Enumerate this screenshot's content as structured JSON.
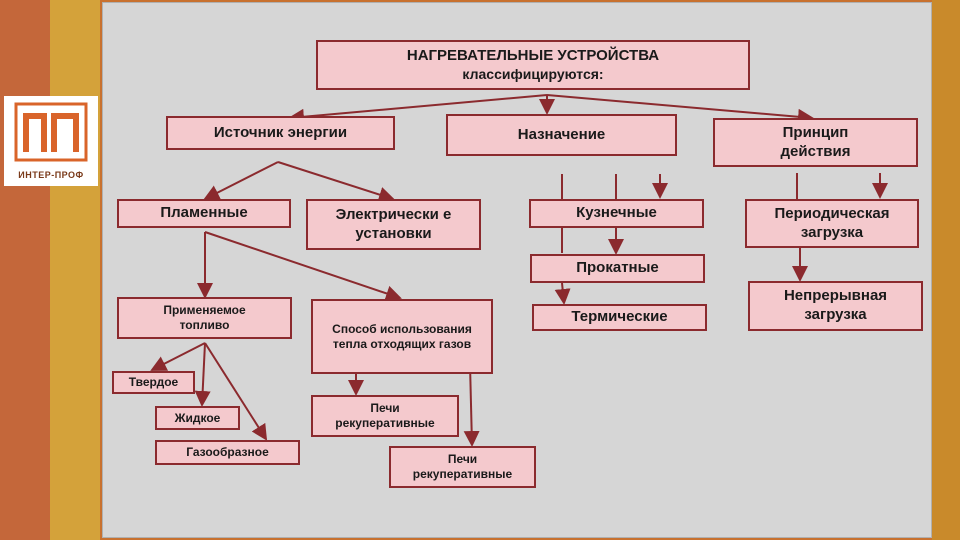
{
  "logo": {
    "text": "ИНТЕР-ПРОФ"
  },
  "colors": {
    "box_fill": "#f4c9cd",
    "box_border": "#8b2a2e",
    "panel": "#d6d6d6"
  },
  "root": {
    "line1": "НАГРЕВАТЕЛЬНЫЕ УСТРОЙСТВА",
    "line2": "классифицируются:"
  },
  "categories": {
    "energy": "Источник энергии",
    "purpose": "Назначение",
    "principle": "Принцип действия"
  },
  "energy": {
    "flame": "Пламенные",
    "electric": "Электрически е установки"
  },
  "flame": {
    "fuel": "Применяемое топливо",
    "waste_heat": "Способ использования тепла отходящих газов"
  },
  "fuel": {
    "solid": "Твердое",
    "liquid": "Жидкое",
    "gas": "Газообразное"
  },
  "waste_heat": {
    "recuperative": "Печи рекуперативные",
    "recuperative2": "Печи рекуперативные"
  },
  "purpose": {
    "forge": "Кузнечные",
    "rolling": "Прокатные",
    "thermal": "Термические"
  },
  "principle": {
    "periodic": "Периодическая загрузка",
    "continuous": "Непрерывная загрузка"
  }
}
